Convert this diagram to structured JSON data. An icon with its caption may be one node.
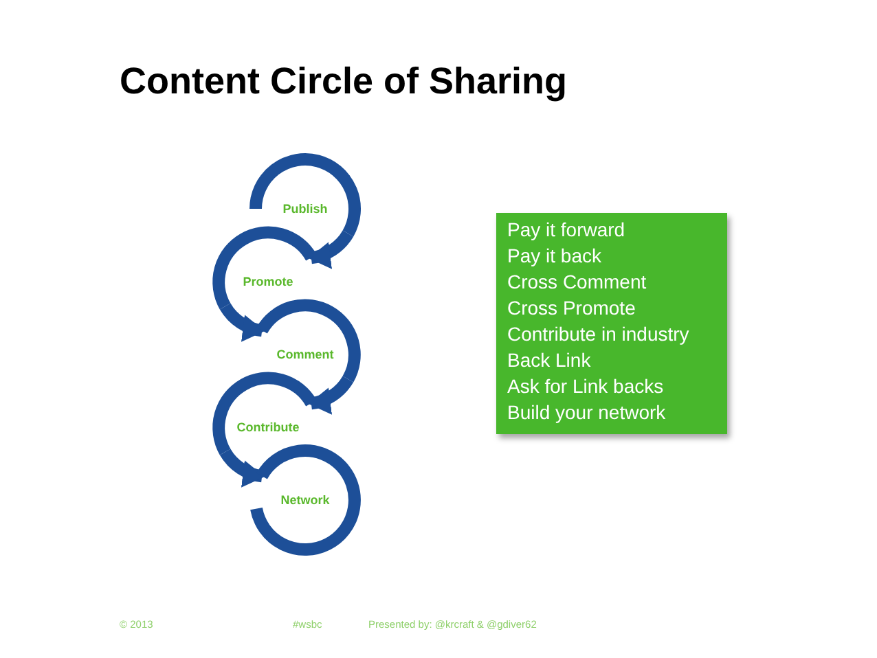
{
  "diagram": {
    "title": "Content Circle of Sharing",
    "nodes": [
      {
        "text": [
          "Publish"
        ]
      },
      {
        "text": [
          "Promote"
        ]
      },
      {
        "text": [
          "Comment"
        ]
      },
      {
        "text": [
          "Contribute"
        ]
      },
      {
        "text": [
          "Network"
        ]
      },
      {
        "text": [
          "Pay it forward",
          "Pay it back",
          "Cross Comment",
          "Cross Promote",
          "Contribute in industry",
          "Back Link",
          "Ask for Link backs",
          "Build your network"
        ]
      }
    ],
    "edges": [
      {
        "from": 0,
        "to": 1,
        "arrow": "to"
      },
      {
        "from": 1,
        "to": 2,
        "arrow": "to"
      },
      {
        "from": 2,
        "to": 3,
        "arrow": "to"
      },
      {
        "from": 3,
        "to": 4,
        "arrow": "to"
      }
    ],
    "labels": [
      "© 2013",
      "#wsbc",
      "Presented by: @krcraft & @gdiver62"
    ]
  }
}
